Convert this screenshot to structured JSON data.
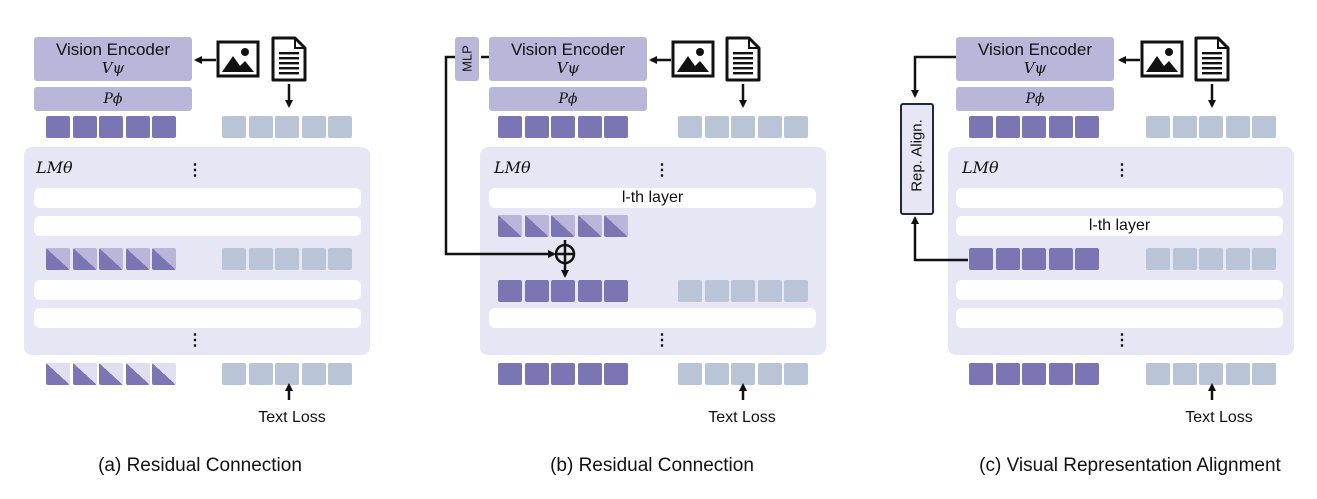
{
  "common": {
    "vision_encoder": "Vision Encoder",
    "vision_sub": "Vψ",
    "projector": "Pϕ",
    "lm_label": "LMθ",
    "text_loss": "Text Loss",
    "image_icon": "image-icon",
    "document_icon": "document-icon",
    "dots": "⋮",
    "lth_layer": "l-th layer"
  },
  "panel_a": {
    "caption": "(a) Residual Connection"
  },
  "panel_b": {
    "caption": "(b) Residual Connection",
    "mlp": "MLP"
  },
  "panel_c": {
    "caption": "(c) Visual Representation Alignment",
    "rep_align": "Rep. Align."
  },
  "colors": {
    "vision_token": "#7b76b3",
    "text_token": "#b9c5d6",
    "lm_box": "#e7e6f4",
    "encoder": "#b9b6d9"
  }
}
